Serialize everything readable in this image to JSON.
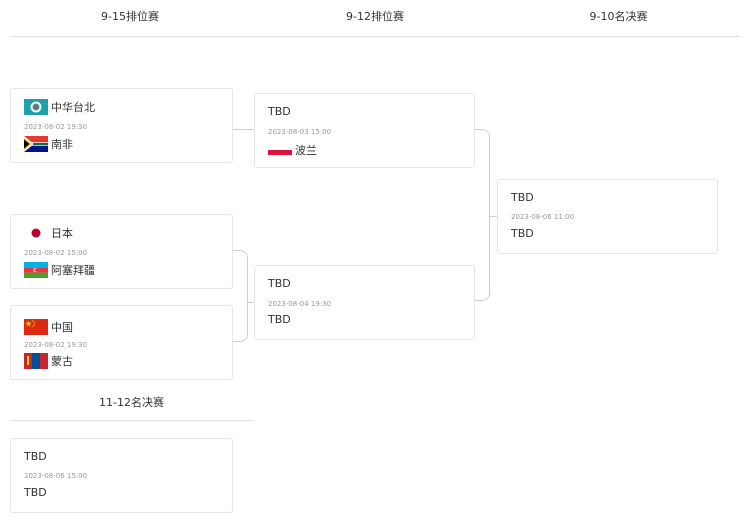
{
  "rounds": {
    "r1": "9-15排位赛",
    "r2": "9-12排位赛",
    "r3": "9-10名决赛",
    "r4": "11-12名决赛"
  },
  "matches": {
    "m1": {
      "home": "中华台北",
      "home_flag": "chinese-taipei-flag-icon",
      "date": "2023-08-02 19:30",
      "away": "南非",
      "away_flag": "south-africa-flag-icon"
    },
    "m2": {
      "home": "日本",
      "home_flag": "japan-flag-icon",
      "date": "2023-08-02 15:00",
      "away": "阿塞拜疆",
      "away_flag": "azerbaijan-flag-icon"
    },
    "m3": {
      "home": "中国",
      "home_flag": "china-flag-icon",
      "date": "2023-08-02 19:30",
      "away": "蒙古",
      "away_flag": "mongolia-flag-icon"
    },
    "m4": {
      "home": "TBD",
      "date": "2023-08-03 15:00",
      "away": "波兰",
      "away_flag": "poland-flag-icon"
    },
    "m5": {
      "home": "TBD",
      "date": "2023-08-04 19:30",
      "away": "TBD"
    },
    "m6": {
      "home": "TBD",
      "date": "2023-08-06 11:00",
      "away": "TBD"
    },
    "m7": {
      "home": "TBD",
      "date": "2023-08-06 15:00",
      "away": "TBD"
    }
  },
  "colors": {
    "border": "#e6e6e6",
    "connector": "#cfcfcf",
    "text": "#333333",
    "date": "#999999"
  }
}
